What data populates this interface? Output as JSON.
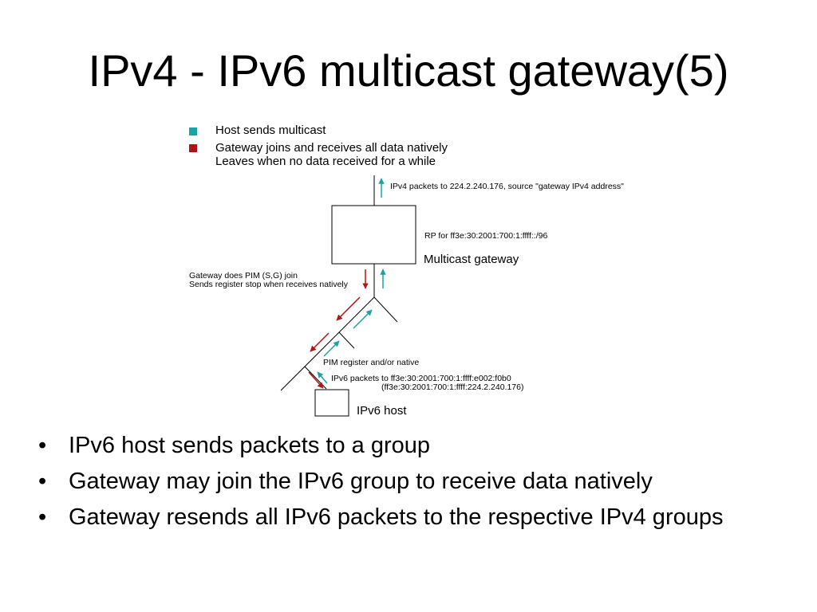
{
  "slide": {
    "title": "IPv4 - IPv6 multicast gateway(5)"
  },
  "legend": {
    "items": [
      {
        "label": "Host sends multicast",
        "color": "#1aa3a3"
      },
      {
        "label": "Gateway joins and receives all data natively",
        "color": "#b01414"
      },
      {
        "label": "Leaves when no data received for a while"
      }
    ]
  },
  "diagram": {
    "ipv4_packets": "IPv4 packets to 224.2.240.176, source \"gateway IPv4 address\"",
    "rp_for": "RP for ff3e:30:2001:700:1:ffff::/96",
    "gateway_label": "Multicast gateway",
    "pim_join_line1": "Gateway does PIM (S,G) join",
    "pim_join_line2": "Sends register stop when receives natively",
    "pim_register": "PIM register and/or native",
    "ipv6_packets_line1": "IPv6 packets to ff3e:30:2001:700:1:ffff:e002:f0b0",
    "ipv6_packets_line2": "(ff3e:30:2001:700:1:ffff:224.2.240.176)",
    "host_label": "IPv6 host"
  },
  "bullets": [
    "IPv6 host sends packets to a group",
    "Gateway may join the IPv6 group to receive data natively",
    "Gateway resends all IPv6 packets to the respective IPv4 groups"
  ],
  "colors": {
    "teal": "#1aa3a3",
    "red": "#b01414"
  }
}
